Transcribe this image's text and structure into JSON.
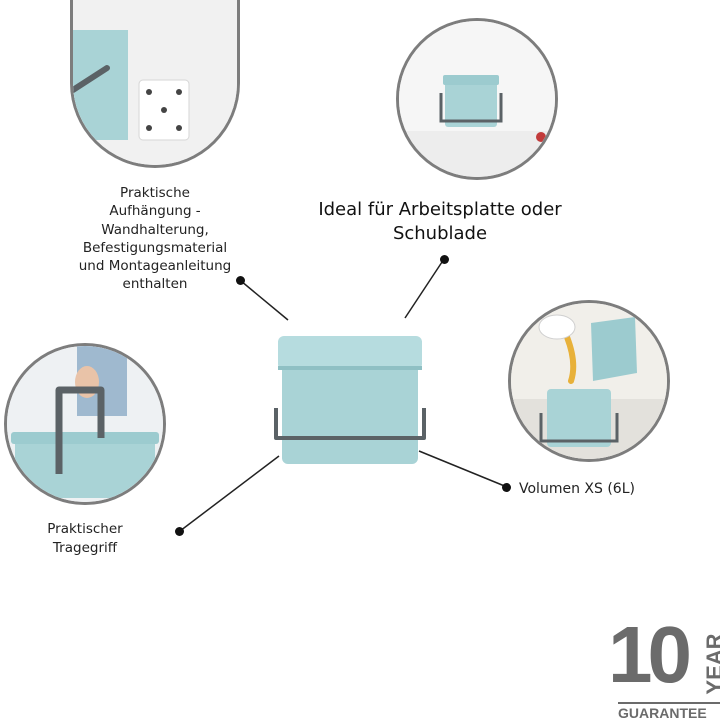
{
  "features": {
    "wall_mount": "Praktische\nAufhängung -\nWandhalterung,\nBefestigungsmaterial\nund Montageanleitung\nenthalten",
    "countertop": "Ideal für Arbeitsplatte oder\nSchublade",
    "handle": "Praktischer\nTragegriff",
    "volume": "Volumen XS (6L)"
  },
  "badge": {
    "number": "10",
    "unit": "YEAR",
    "word": "GUARANTEE"
  },
  "colors": {
    "bin": "#a9d3d6",
    "bin_dark": "#8fc0c4",
    "handle": "#5b6266",
    "circle_border": "#7d7d7d",
    "badge": "#6b6b6b"
  }
}
